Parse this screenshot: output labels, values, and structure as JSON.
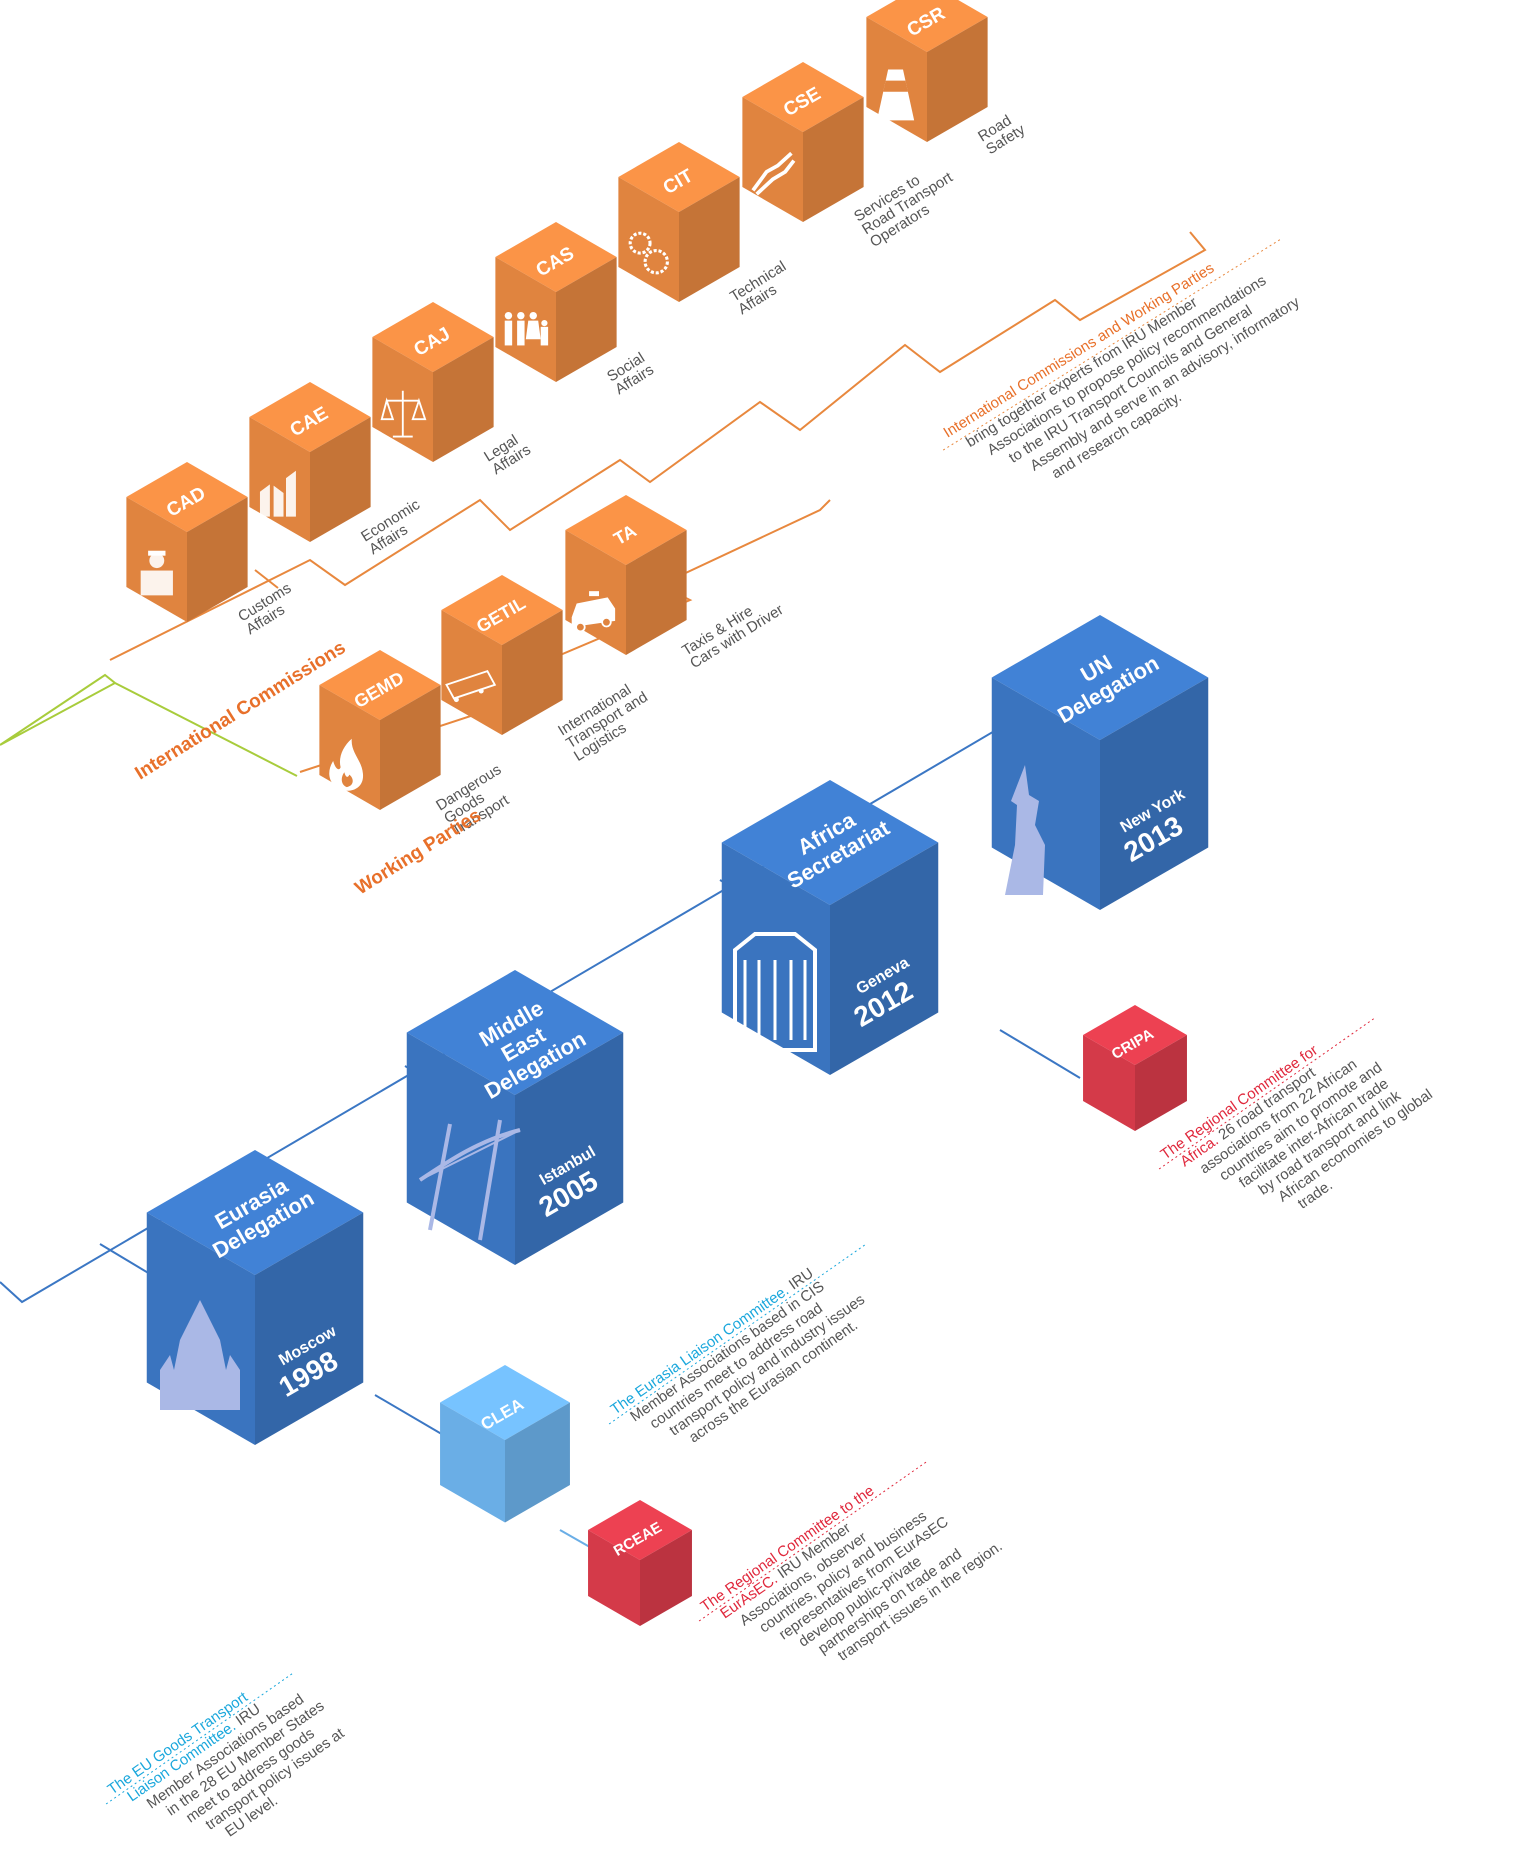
{
  "colors": {
    "orange": "#e0843f",
    "orange_line": "#e8883e",
    "orange_text": "#e8702a",
    "blue": "#3a74bf",
    "blue_line": "#3b77c4",
    "light_blue": "#6aaee6",
    "red": "#d43a49",
    "red_text": "#e0283c",
    "cyan_text": "#1aa7dc",
    "green_line": "#a8cc3c",
    "gray_text": "#555555"
  },
  "commissions": [
    {
      "code": "CAD",
      "label": "Customs Affairs",
      "icon": "customs-officer-icon"
    },
    {
      "code": "CAE",
      "label": "Economic Affairs",
      "icon": "economic-chart-icon"
    },
    {
      "code": "CAJ",
      "label": "Legal Affairs",
      "icon": "scales-icon"
    },
    {
      "code": "CAS",
      "label": "Social Affairs",
      "icon": "people-icon"
    },
    {
      "code": "CIT",
      "label": "Technical Affairs",
      "icon": "gears-icon"
    },
    {
      "code": "CSE",
      "label": "Services to Road Transport Operators",
      "icon": "handshake-icon"
    },
    {
      "code": "CSR",
      "label": "Road Safety",
      "icon": "traffic-cone-icon"
    }
  ],
  "working_parties": [
    {
      "code": "GEMD",
      "label": "Dangerous Goods Transport",
      "icon": "flame-icon"
    },
    {
      "code": "GETIL",
      "label": "International Transport and Logistics",
      "icon": "train-icon"
    },
    {
      "code": "TA",
      "label": "Taxis & Hire Cars with Driver",
      "icon": "taxi-icon"
    }
  ],
  "group_labels": {
    "commissions": "International Commissions",
    "working_parties": "Working Parties"
  },
  "intro_note": {
    "title": "International Commissions and Working Parties",
    "body": "bring together experts from IRU Member Associations to propose policy recommendations to the IRU Transport Councils and General Assembly and serve in an advisory, informatory and research capacity."
  },
  "delegations": [
    {
      "name": "Eurasia Delegation",
      "city": "Moscow",
      "year": "1998",
      "icon": "cathedral-icon"
    },
    {
      "name": "Middle East Delegation",
      "city": "Istanbul",
      "year": "2005",
      "icon": "bridge-icon"
    },
    {
      "name": "Africa Secretariat",
      "city": "Geneva",
      "year": "2012",
      "icon": "palace-icon"
    },
    {
      "name": "UN Delegation",
      "city": "New York",
      "year": "2013",
      "icon": "statue-of-liberty-icon"
    }
  ],
  "committees": [
    {
      "code": "CLEA",
      "color": "light_blue"
    },
    {
      "code": "RCEAE",
      "color": "red"
    },
    {
      "code": "CRIPA",
      "color": "red"
    }
  ],
  "notes": {
    "clea": {
      "title": "The Eurasia Liaison Committee.",
      "body": "IRU Member Associations based in CIS countries meet to address road transport policy and industry issues across the Eurasian continent."
    },
    "rceae": {
      "title": "The Regional Committee to the EurAsEC.",
      "body": "IRU Member Associations, observer countries, policy and business representatives from EurAsEC develop public-private partnerships on trade and transport issues in the region."
    },
    "cripa": {
      "title": "The Regional Committee for Africa.",
      "body": "26 road transport associations from 22 African countries aim to promote and facilitate inter-African trade by road transport and link African economies to global trade."
    },
    "eu": {
      "title": "The EU Goods Transport Liaison Committee.",
      "body": "IRU Member Associations based in the 28 EU Member States meet to address goods transport policy issues at EU level."
    }
  }
}
